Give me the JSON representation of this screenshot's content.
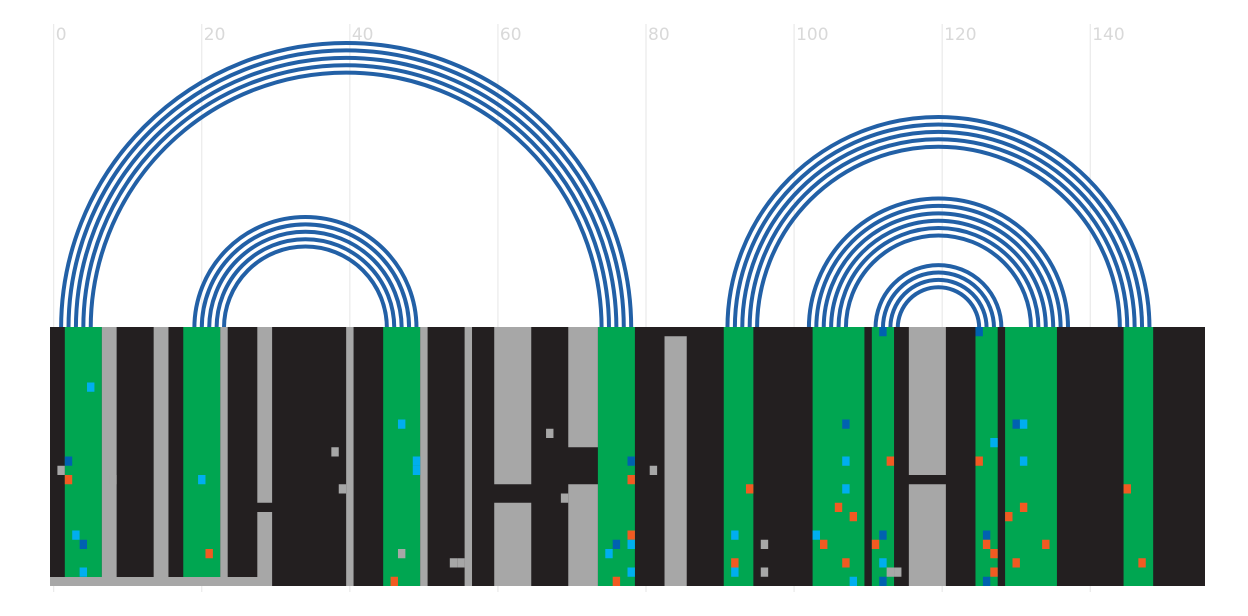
{
  "chart_data": {
    "type": "heatmap",
    "title": "",
    "xlabel": "",
    "ylabel": "",
    "xlim": [
      -0.5,
      155.5
    ],
    "x_ticks": [
      0,
      20,
      40,
      60,
      80,
      100,
      120,
      140
    ],
    "x_tick_labels": [
      "0",
      "20",
      "40",
      "60",
      "80",
      "100",
      "120",
      "140"
    ],
    "grid": true,
    "legend": "none",
    "colors": {
      "background": "#231f20",
      "paired": "#00a651",
      "gap": "#a7a7a7",
      "arc": "#2260a6",
      "mutation_orange": "#f15a22",
      "mutation_cyan": "#00aeef",
      "mutation_blue": "#0061b0"
    },
    "arcs": [
      {
        "center": 39.5,
        "radii": [
          34.5,
          35.5,
          36.5,
          37.5,
          38.5
        ]
      },
      {
        "center": 34.0,
        "radii": [
          11.0,
          12.0,
          13.0,
          14.0,
          15.0
        ]
      },
      {
        "center": 119.5,
        "radii": [
          24.5,
          25.5,
          26.5,
          27.5,
          28.5
        ]
      },
      {
        "center": 119.5,
        "radii": [
          12.5,
          13.5,
          14.5,
          15.5,
          16.5,
          17.5
        ]
      },
      {
        "center": 119.5,
        "radii": [
          5.5,
          6.5,
          7.5,
          8.5
        ]
      }
    ],
    "paired_columns": [
      [
        2,
        6
      ],
      [
        18,
        22
      ],
      [
        45,
        49
      ],
      [
        74,
        78
      ],
      [
        91,
        94
      ],
      [
        103,
        109
      ],
      [
        111,
        113
      ],
      [
        125,
        127
      ],
      [
        129,
        135
      ],
      [
        145,
        148
      ]
    ],
    "gap_bars": [
      {
        "x": [
          7,
          8
        ],
        "rows": [
          [
            0,
            28
          ]
        ]
      },
      {
        "x": [
          14,
          15
        ],
        "rows": [
          [
            0,
            28
          ]
        ]
      },
      {
        "x": [
          23,
          23
        ],
        "rows": [
          [
            0,
            28
          ]
        ]
      },
      {
        "x": [
          28,
          29
        ],
        "rows": [
          [
            0,
            19
          ],
          [
            20,
            28
          ]
        ]
      },
      {
        "x": [
          40,
          40
        ],
        "rows": [
          [
            0,
            28
          ]
        ]
      },
      {
        "x": [
          50,
          50
        ],
        "rows": [
          [
            0,
            28
          ]
        ]
      },
      {
        "x": [
          56,
          56
        ],
        "rows": [
          [
            0,
            28
          ]
        ]
      },
      {
        "x": [
          60,
          64
        ],
        "rows": [
          [
            0,
            17
          ],
          [
            19,
            28
          ]
        ]
      },
      {
        "x": [
          70,
          73
        ],
        "rows": [
          [
            0,
            13
          ],
          [
            17,
            28
          ]
        ]
      },
      {
        "x": [
          83,
          85
        ],
        "rows": [
          [
            1,
            28
          ]
        ]
      },
      {
        "x": [
          116,
          120
        ],
        "rows": [
          [
            0,
            16
          ],
          [
            17,
            28
          ]
        ]
      }
    ],
    "gap_spots": [
      {
        "x": 1,
        "row": 15
      },
      {
        "x": 8,
        "row": 16
      },
      {
        "x": 38,
        "row": 13
      },
      {
        "x": 39,
        "row": 17
      },
      {
        "x": 47,
        "row": 24
      },
      {
        "x": 54,
        "row": 25
      },
      {
        "x": 55,
        "row": 25
      },
      {
        "x": 67,
        "row": 11
      },
      {
        "x": 69,
        "row": 18
      },
      {
        "x": 81,
        "row": 15
      },
      {
        "x": 96,
        "row": 23
      },
      {
        "x": 96,
        "row": 26
      },
      {
        "x": 113,
        "row": 26
      },
      {
        "x": 114,
        "row": 26
      }
    ],
    "mutations": [
      {
        "x": 5,
        "row": 6,
        "color": "cyan"
      },
      {
        "x": 2,
        "row": 14,
        "color": "blue"
      },
      {
        "x": 2,
        "row": 16,
        "color": "orange"
      },
      {
        "x": 3,
        "row": 22,
        "color": "cyan"
      },
      {
        "x": 4,
        "row": 23,
        "color": "blue"
      },
      {
        "x": 4,
        "row": 26,
        "color": "cyan"
      },
      {
        "x": 20,
        "row": 16,
        "color": "cyan"
      },
      {
        "x": 21,
        "row": 24,
        "color": "orange"
      },
      {
        "x": 47,
        "row": 10,
        "color": "cyan"
      },
      {
        "x": 49,
        "row": 14,
        "color": "cyan"
      },
      {
        "x": 49,
        "row": 15,
        "color": "cyan"
      },
      {
        "x": 78,
        "row": 14,
        "color": "blue"
      },
      {
        "x": 78,
        "row": 16,
        "color": "orange"
      },
      {
        "x": 78,
        "row": 22,
        "color": "orange"
      },
      {
        "x": 78,
        "row": 23,
        "color": "cyan"
      },
      {
        "x": 76,
        "row": 23,
        "color": "blue"
      },
      {
        "x": 75,
        "row": 24,
        "color": "cyan"
      },
      {
        "x": 78,
        "row": 26,
        "color": "cyan"
      },
      {
        "x": 46,
        "row": 27,
        "color": "orange"
      },
      {
        "x": 76,
        "row": 27,
        "color": "orange"
      },
      {
        "x": 92,
        "row": 22,
        "color": "cyan"
      },
      {
        "x": 94,
        "row": 17,
        "color": "orange"
      },
      {
        "x": 92,
        "row": 25,
        "color": "orange"
      },
      {
        "x": 92,
        "row": 26,
        "color": "cyan"
      },
      {
        "x": 103,
        "row": 22,
        "color": "cyan"
      },
      {
        "x": 104,
        "row": 23,
        "color": "orange"
      },
      {
        "x": 107,
        "row": 10,
        "color": "blue"
      },
      {
        "x": 107,
        "row": 14,
        "color": "cyan"
      },
      {
        "x": 107,
        "row": 17,
        "color": "cyan"
      },
      {
        "x": 106,
        "row": 19,
        "color": "orange"
      },
      {
        "x": 108,
        "row": 20,
        "color": "orange"
      },
      {
        "x": 107,
        "row": 25,
        "color": "orange"
      },
      {
        "x": 108,
        "row": 27,
        "color": "cyan"
      },
      {
        "x": 112,
        "row": 0,
        "color": "blue"
      },
      {
        "x": 113,
        "row": 14,
        "color": "orange"
      },
      {
        "x": 111,
        "row": 23,
        "color": "orange"
      },
      {
        "x": 112,
        "row": 22,
        "color": "blue"
      },
      {
        "x": 112,
        "row": 25,
        "color": "cyan"
      },
      {
        "x": 112,
        "row": 27,
        "color": "blue"
      },
      {
        "x": 125,
        "row": 0,
        "color": "blue"
      },
      {
        "x": 127,
        "row": 12,
        "color": "cyan"
      },
      {
        "x": 125,
        "row": 14,
        "color": "orange"
      },
      {
        "x": 126,
        "row": 22,
        "color": "blue"
      },
      {
        "x": 126,
        "row": 23,
        "color": "orange"
      },
      {
        "x": 127,
        "row": 24,
        "color": "orange"
      },
      {
        "x": 127,
        "row": 26,
        "color": "orange"
      },
      {
        "x": 126,
        "row": 27,
        "color": "blue"
      },
      {
        "x": 130,
        "row": 10,
        "color": "blue"
      },
      {
        "x": 131,
        "row": 10,
        "color": "cyan"
      },
      {
        "x": 131,
        "row": 14,
        "color": "cyan"
      },
      {
        "x": 129,
        "row": 20,
        "color": "orange"
      },
      {
        "x": 131,
        "row": 19,
        "color": "orange"
      },
      {
        "x": 134,
        "row": 23,
        "color": "orange"
      },
      {
        "x": 130,
        "row": 25,
        "color": "orange"
      },
      {
        "x": 145,
        "row": 17,
        "color": "orange"
      },
      {
        "x": 147,
        "row": 25,
        "color": "orange"
      }
    ]
  }
}
